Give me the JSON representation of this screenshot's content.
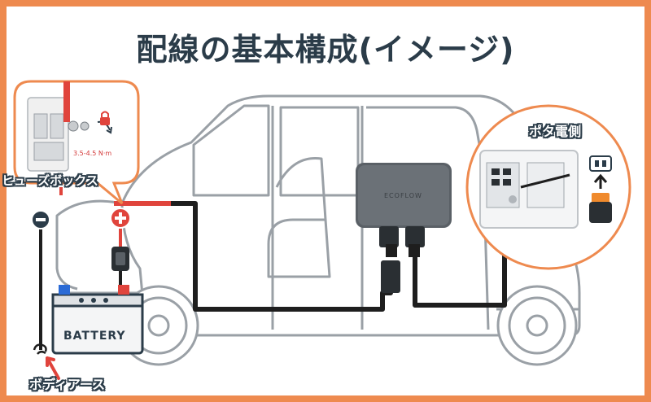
{
  "title": "配線の基本構成(イメージ)",
  "labels": {
    "fuse_box": "ヒューズボックス",
    "ground": "ボディアース",
    "pota_side": "ポタ電側",
    "torque": "3.5-4.5 N·m",
    "battery": "BATTERY",
    "brand": "ECOFLOW"
  },
  "colors": {
    "frame": "#ee8a4f",
    "title_text": "#2b3c49",
    "positive": "#e0443c",
    "negative": "#2b3c49",
    "cable": "#1e1e1e",
    "device": "#5a6066",
    "accent_orange": "#f08a2c"
  },
  "symbols": {
    "plus": "+",
    "minus": "−"
  }
}
